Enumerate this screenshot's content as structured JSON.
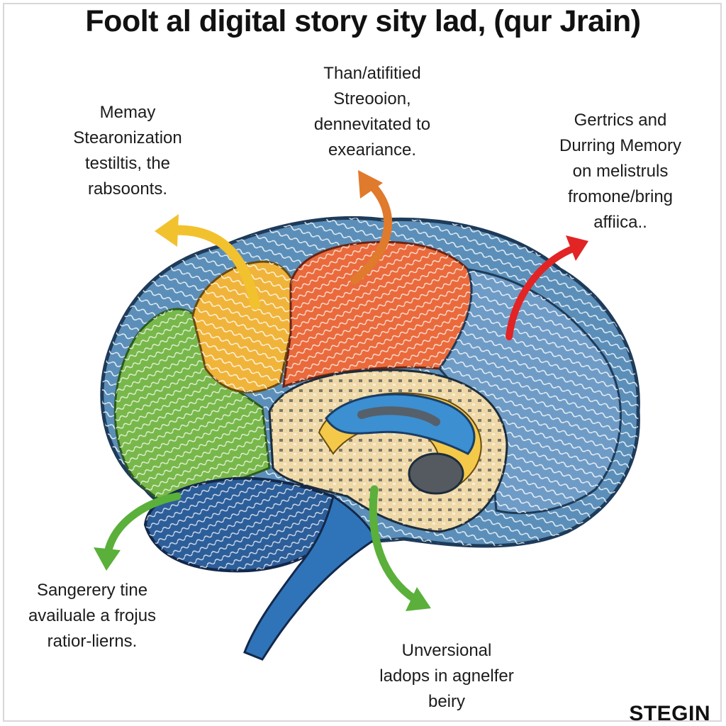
{
  "title": "Foolt al digital story sity lad, (qur Jrain)",
  "callouts": {
    "top_left": [
      "Memay",
      "Stearonization",
      "testiltis, the",
      "rabsoonts."
    ],
    "top_center": [
      "Than/atifitied",
      "Streooion,",
      "dennevitated to",
      "exeariance."
    ],
    "top_right": [
      "Gertrics and",
      "Durring Memory",
      "on melistruls",
      "fromone/bring",
      "affiica.."
    ],
    "bottom_left": [
      "Sangerery tine",
      "availuale a frojus",
      "ratior-lierns."
    ],
    "bottom_center": [
      "Unversional",
      "ladops in agnelfer",
      "beiry"
    ]
  },
  "corner_label": "STEGIN",
  "colors": {
    "brain_outer": "#5b8fb9",
    "frontal": "#78b84a",
    "yellow_lobe": "#f0b43a",
    "orange_lobe": "#ea6a3c",
    "back_lobe": "#6f9cc6",
    "cerebellum": "#2c5e9a",
    "brainstem": "#2f74b8",
    "inner_blue": "#3c8fd0",
    "inner_yellow": "#f4c94a",
    "arrow_yellow": "#f2c12e",
    "arrow_orange": "#e07a2c",
    "arrow_red": "#e22424",
    "arrow_green": "#5ab03a"
  },
  "icons": [
    "arrow-yellow-icon",
    "arrow-orange-icon",
    "arrow-red-icon",
    "arrow-green-left-icon",
    "arrow-green-center-icon"
  ]
}
